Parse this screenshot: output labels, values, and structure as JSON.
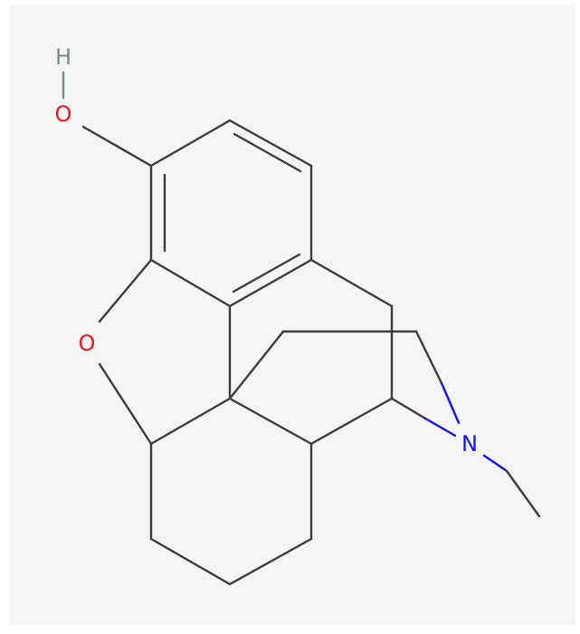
{
  "molecule": {
    "colors": {
      "background": "#f5f5f5",
      "bond": "#3c3c3c",
      "oxygen": "#e8171b",
      "nitrogen": "#1010e8",
      "hydrogen": "#758a8a"
    },
    "labels": {
      "hydroxyl_h": "H",
      "hydroxyl_o": "O",
      "ether_o": "O",
      "amine_n": "N"
    }
  }
}
